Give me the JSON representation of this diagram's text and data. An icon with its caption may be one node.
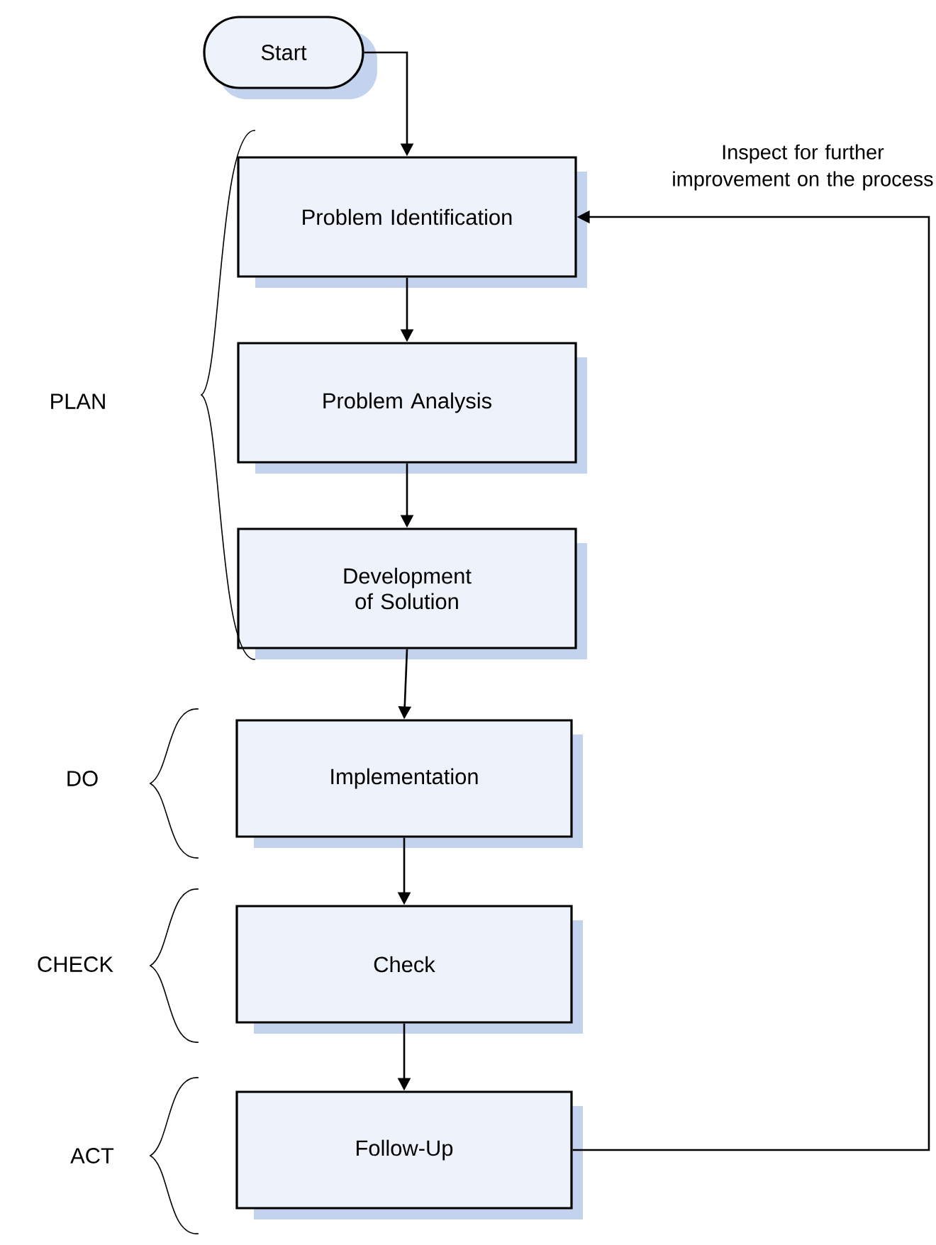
{
  "diagram": {
    "nodes": [
      {
        "text": [
          "Start"
        ]
      },
      {
        "text": [
          "Problem Identification"
        ]
      },
      {
        "text": [
          "Problem Analysis"
        ]
      },
      {
        "text": [
          "Development of Solution"
        ]
      },
      {
        "text": [
          "Implementation"
        ]
      },
      {
        "text": [
          "Check"
        ]
      },
      {
        "text": [
          "Follow-Up"
        ]
      }
    ],
    "edges": [
      {
        "from": 0,
        "to": 1,
        "arrow": "to"
      },
      {
        "from": 1,
        "to": 2,
        "arrow": "to"
      },
      {
        "from": 2,
        "to": 3,
        "arrow": "to"
      },
      {
        "from": 3,
        "to": 4,
        "arrow": "to"
      },
      {
        "from": 4,
        "to": 5,
        "arrow": "to"
      },
      {
        "from": 5,
        "to": 6,
        "arrow": "to"
      },
      {
        "from": 6,
        "to": 1,
        "arrow": "to",
        "label": "Inspect for further improvement on the process"
      }
    ],
    "labels": [
      "PLAN",
      "DO",
      "CHECK",
      "ACT"
    ]
  }
}
